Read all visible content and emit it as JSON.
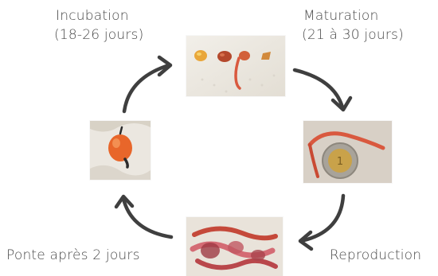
{
  "labels": {
    "incubation_title": "Incubation",
    "incubation_duration": "(18-26 jours)",
    "maturation_title": "Maturation",
    "maturation_duration": "(21 à 30 jours)",
    "laying": "Ponte après 2 jours",
    "reproduction": "Reproduction"
  },
  "photos": [
    {
      "name": "cocoons-and-hatchling-photo"
    },
    {
      "name": "young-worm-with-coin-photo"
    },
    {
      "name": "mating-worms-photo"
    },
    {
      "name": "single-cocoon-photo"
    }
  ],
  "colors": {
    "text": "#4a4a4a",
    "arrow": "#3f3f3f",
    "worm": "#d9593f",
    "cocoon": "#e8662a"
  }
}
